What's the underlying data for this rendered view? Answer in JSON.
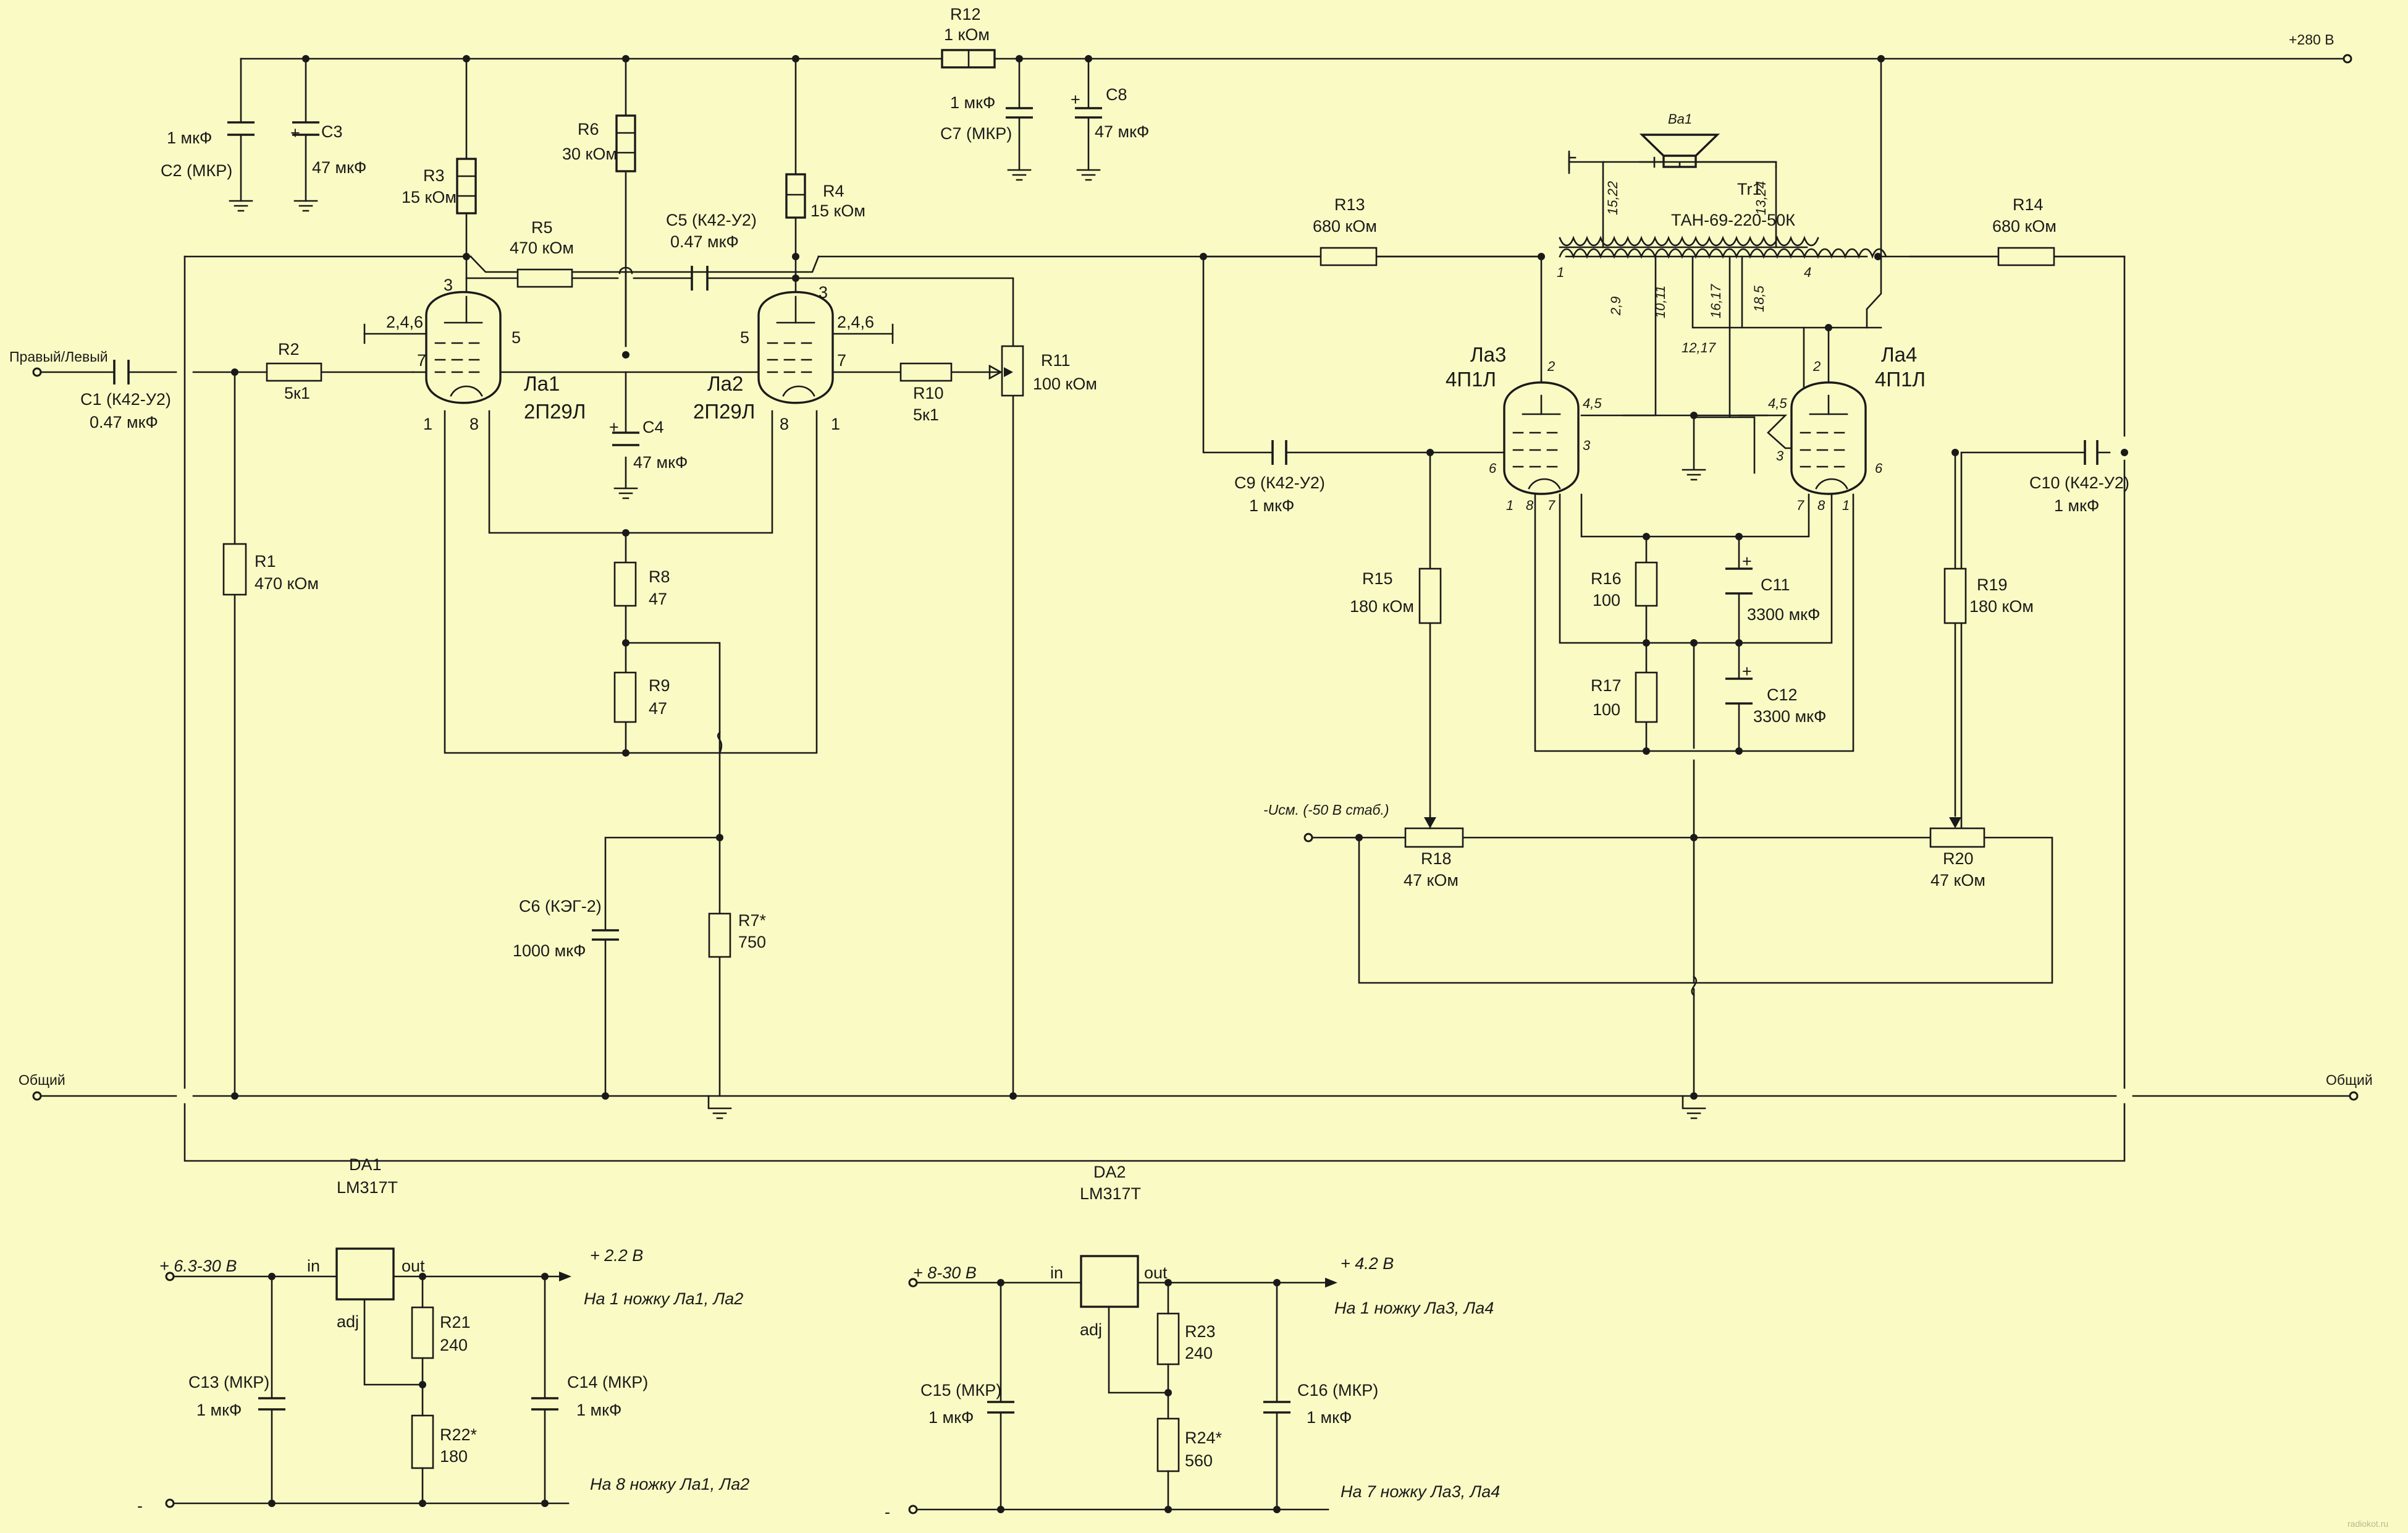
{
  "rails": {
    "plus280": "+280 В",
    "common_left": "Общий",
    "common_right": "Общий",
    "input": "Правый/Левый",
    "bias": "-Uсм. (-50 В стаб.)"
  },
  "resistors": {
    "R1": {
      "ref": "R1",
      "value": "470 кОм"
    },
    "R2": {
      "ref": "R2",
      "value": "5к1"
    },
    "R3": {
      "ref": "R3",
      "value": "15 кОм"
    },
    "R4": {
      "ref": "R4",
      "value": "15 кОм"
    },
    "R5": {
      "ref": "R5",
      "value": "470 кОм"
    },
    "R6": {
      "ref": "R6",
      "value": "30 кОм"
    },
    "R7": {
      "ref": "R7*",
      "value": "750"
    },
    "R8": {
      "ref": "R8",
      "value": "47"
    },
    "R9": {
      "ref": "R9",
      "value": "47"
    },
    "R10": {
      "ref": "R10",
      "value": "5к1"
    },
    "R11": {
      "ref": "R11",
      "value": "100 кОм"
    },
    "R12": {
      "ref": "R12",
      "value": "1 кОм"
    },
    "R13": {
      "ref": "R13",
      "value": "680 кОм"
    },
    "R14": {
      "ref": "R14",
      "value": "680 кОм"
    },
    "R15": {
      "ref": "R15",
      "value": "180 кОм"
    },
    "R16": {
      "ref": "R16",
      "value": "100"
    },
    "R17": {
      "ref": "R17",
      "value": "100"
    },
    "R18": {
      "ref": "R18",
      "value": "47 кОм"
    },
    "R19": {
      "ref": "R19",
      "value": "180 кОм"
    },
    "R20": {
      "ref": "R20",
      "value": "47 кОм"
    },
    "R21": {
      "ref": "R21",
      "value": "240"
    },
    "R22": {
      "ref": "R22*",
      "value": "180"
    },
    "R23": {
      "ref": "R23",
      "value": "240"
    },
    "R24": {
      "ref": "R24*",
      "value": "560"
    }
  },
  "capacitors": {
    "C1": {
      "ref": "C1 (К42-У2)",
      "value": "0.47 мкФ"
    },
    "C2": {
      "ref": "C2 (МКР)",
      "value": "1 мкФ"
    },
    "C3": {
      "ref": "C3",
      "value": "47 мкФ"
    },
    "C4": {
      "ref": "C4",
      "value": "47 мкФ"
    },
    "C5": {
      "ref": "C5 (К42-У2)",
      "value": "0.47 мкФ"
    },
    "C6": {
      "ref": "C6 (КЭГ-2)",
      "value": "1000 мкФ"
    },
    "C7": {
      "ref": "C7 (МКР)",
      "value": "1 мкФ"
    },
    "C8": {
      "ref": "C8",
      "value": "47 мкФ"
    },
    "C9": {
      "ref": "C9 (К42-У2)",
      "value": "1 мкФ"
    },
    "C10": {
      "ref": "C10 (К42-У2)",
      "value": "1 мкФ"
    },
    "C11": {
      "ref": "C11",
      "value": "3300 мкФ"
    },
    "C12": {
      "ref": "C12",
      "value": "3300 мкФ"
    },
    "C13": {
      "ref": "C13 (МКР)",
      "value": "1 мкФ"
    },
    "C14": {
      "ref": "C14 (МКР)",
      "value": "1 мкФ"
    },
    "C15": {
      "ref": "C15 (МКР)",
      "value": "1 мкФ"
    },
    "C16": {
      "ref": "C16 (МКР)",
      "value": "1 мкФ"
    }
  },
  "tubes": {
    "La1": {
      "ref": "Ла1",
      "type": "2П29Л"
    },
    "La2": {
      "ref": "Ла2",
      "type": "2П29Л"
    },
    "La3": {
      "ref": "Ла3",
      "type": "4П1Л"
    },
    "La4": {
      "ref": "Ла4",
      "type": "4П1Л"
    }
  },
  "pins": {
    "p3": "3",
    "p246": "2,4,6",
    "p5": "5",
    "p7": "7",
    "p1": "1",
    "p8": "8",
    "p2": "2",
    "p45": "4,5",
    "p6": "6"
  },
  "transformer": {
    "ref": "Tr1",
    "type": "ТАН-69-220-50К",
    "speaker": "Ва1",
    "taps": {
      "t1": "1",
      "t29": "2,9",
      "t1011": "10,11",
      "t1617": "16,17",
      "t1219": "12,17",
      "t185": "18,5",
      "t4": "4",
      "t1522": "15,22",
      "t1324": "13,24"
    }
  },
  "regulators": {
    "DA1": {
      "ref": "DA1",
      "chip": "LM317T",
      "in": "in",
      "out": "out",
      "adj": "adj",
      "vin": "+ 6.3-30 В",
      "vout": "+ 2.2 В",
      "minus": "-",
      "note_top": "На 1 ножку Ла1, Ла2",
      "note_bottom": "На 8 ножку Ла1, Ла2"
    },
    "DA2": {
      "ref": "DA2",
      "chip": "LM317T",
      "in": "in",
      "out": "out",
      "adj": "adj",
      "vin": "+ 8-30 В",
      "vout": "+ 4.2 В",
      "minus": "-",
      "note_top": "На 1  ножку Ла3, Ла4",
      "note_bottom": "На 7 ножку Ла3, Ла4"
    }
  },
  "watermark": "radiokot.ru"
}
